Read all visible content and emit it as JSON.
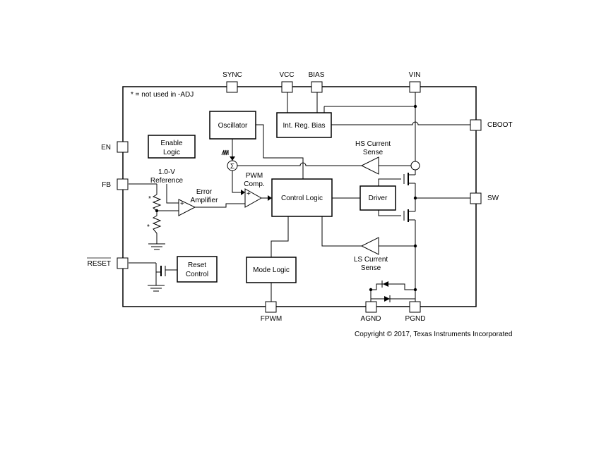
{
  "note": "* = not used in -ADJ",
  "pins": {
    "sync": "SYNC",
    "vcc": "VCC",
    "bias": "BIAS",
    "vin": "VIN",
    "cboot": "CBOOT",
    "en": "EN",
    "fb": "FB",
    "sw": "SW",
    "reset": "RESET",
    "fpwm": "FPWM",
    "agnd": "AGND",
    "pgnd": "PGND"
  },
  "blocks": {
    "oscillator": "Oscillator",
    "int_reg_bias": "Int. Reg. Bias",
    "enable_logic_1": "Enable",
    "enable_logic_2": "Logic",
    "control_logic": "Control Logic",
    "driver": "Driver",
    "mode_logic": "Mode Logic",
    "reset_control_1": "Reset",
    "reset_control_2": "Control"
  },
  "labels": {
    "reference_1": "1.0-V",
    "reference_2": "Reference",
    "error_amp_1": "Error",
    "error_amp_2": "Amplifier",
    "pwm_comp_1": "PWM",
    "pwm_comp_2": "Comp.",
    "hs_sense_1": "HS Current",
    "hs_sense_2": "Sense",
    "ls_sense_1": "LS Current",
    "ls_sense_2": "Sense",
    "sum_symbol": "Σ",
    "star": "*",
    "plus": "+"
  },
  "copyright": "Copyright © 2017, Texas Instruments Incorporated"
}
